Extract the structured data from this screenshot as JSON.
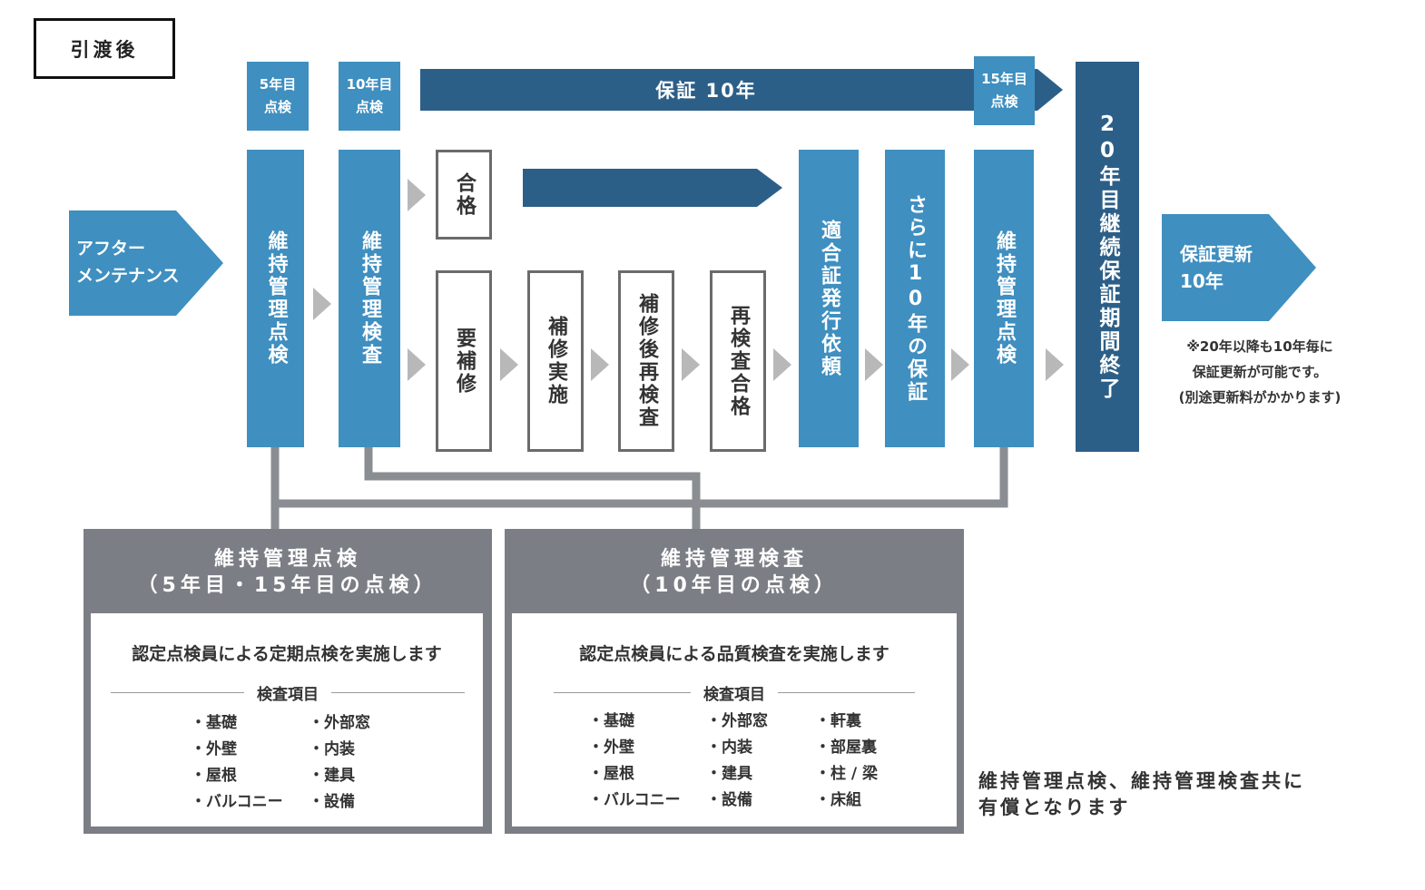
{
  "title": "引渡後",
  "badges": {
    "y5": [
      "5年目",
      "点検"
    ],
    "y10": [
      "10年目",
      "点検"
    ],
    "y15": [
      "15年目",
      "点検"
    ]
  },
  "warranty_banner": "保証 10年",
  "start_arrow": [
    "アフター",
    "メンテナンス"
  ],
  "steps": {
    "maint_check": "維持管理点検",
    "maint_inspect": "維持管理検査",
    "pass": "合格",
    "needs_repair": "要補修",
    "repair_done": "補修実施",
    "reinspect": "補修後再検査",
    "reinspect_pass": "再検査合格",
    "cert_request": "適合証発行依頼",
    "further_10": "さらに10年の保証",
    "maint_check_15": "維持管理点検",
    "end_20": "20年目継続保証期間終了"
  },
  "renewal_arrow": [
    "保証更新",
    "10年"
  ],
  "renewal_note": [
    "※20年以降も10年毎に",
    "保証更新が可能です。",
    "(別途更新料がかかります)"
  ],
  "panel_left": {
    "title": "維持管理点検",
    "subtitle": "（5年目・15年目の点検）",
    "lead": "認定点検員による定期点検を実施します",
    "items_head": "検査項目",
    "col1": [
      "・基礎",
      "・外壁",
      "・屋根",
      "・バルコニー"
    ],
    "col2": [
      "・外部窓",
      "・内装",
      "・建具",
      "・設備"
    ]
  },
  "panel_right": {
    "title": "維持管理検査",
    "subtitle": "（10年目の点検）",
    "lead": "認定点検員による品質検査を実施します",
    "items_head": "検査項目",
    "col1": [
      "・基礎",
      "・外壁",
      "・屋根",
      "・バルコニー"
    ],
    "col2": [
      "・外部窓",
      "・内装",
      "・建具",
      "・設備"
    ],
    "col3": [
      "・軒裏",
      "・部屋裏",
      "・柱 / 梁",
      "・床組"
    ]
  },
  "footer_note": [
    "維持管理点検、維持管理検査共に",
    "有償となります"
  ],
  "colors": {
    "blue": "#3f8fc0",
    "navy": "#2c5f88",
    "gray": "#7b7e84",
    "arrow": "#b8b8b8"
  }
}
